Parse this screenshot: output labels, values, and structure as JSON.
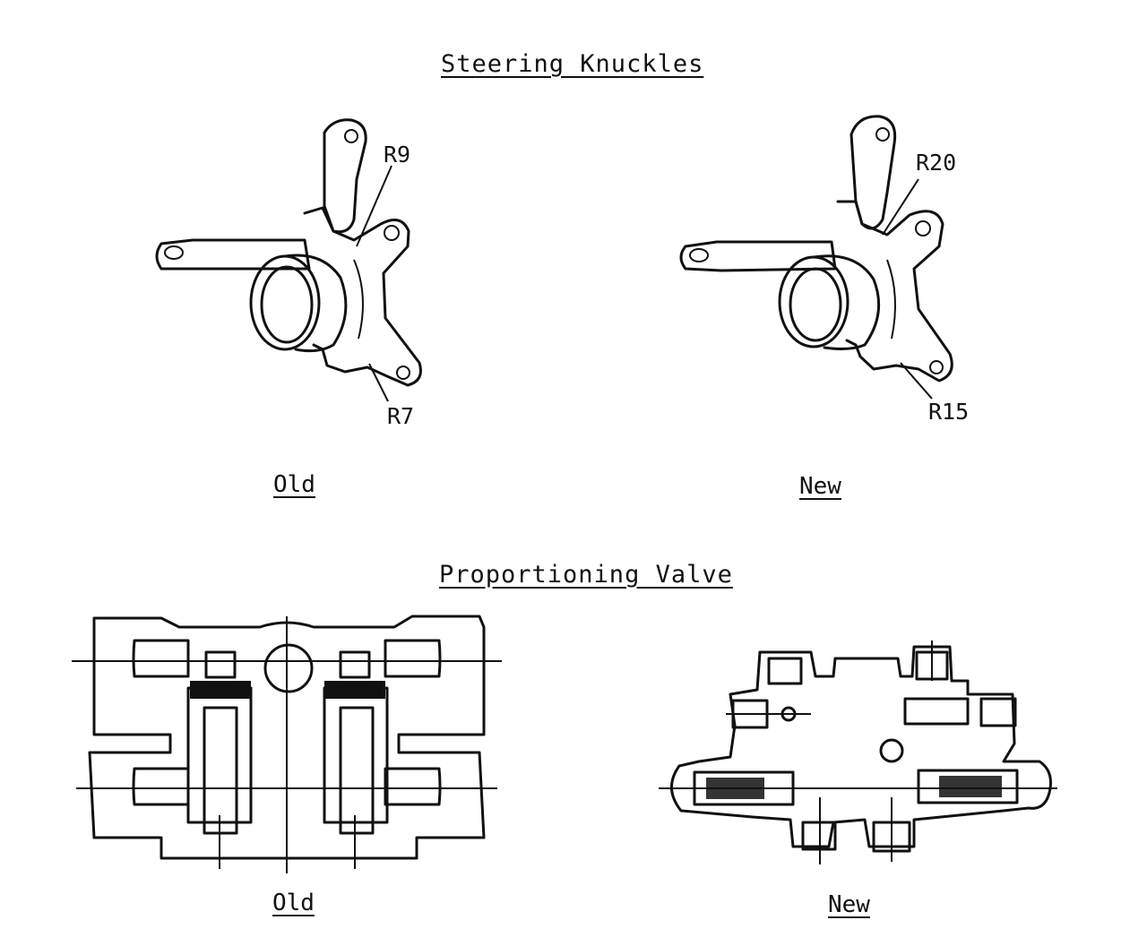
{
  "sections": {
    "knuckles": {
      "title": "Steering Knuckles",
      "old": {
        "caption": "Old",
        "callouts": [
          "R9",
          "R7"
        ]
      },
      "new": {
        "caption": "New",
        "callouts": [
          "R20",
          "R15"
        ]
      }
    },
    "valve": {
      "title": "Proportioning Valve",
      "old": {
        "caption": "Old"
      },
      "new": {
        "caption": "New"
      }
    }
  }
}
